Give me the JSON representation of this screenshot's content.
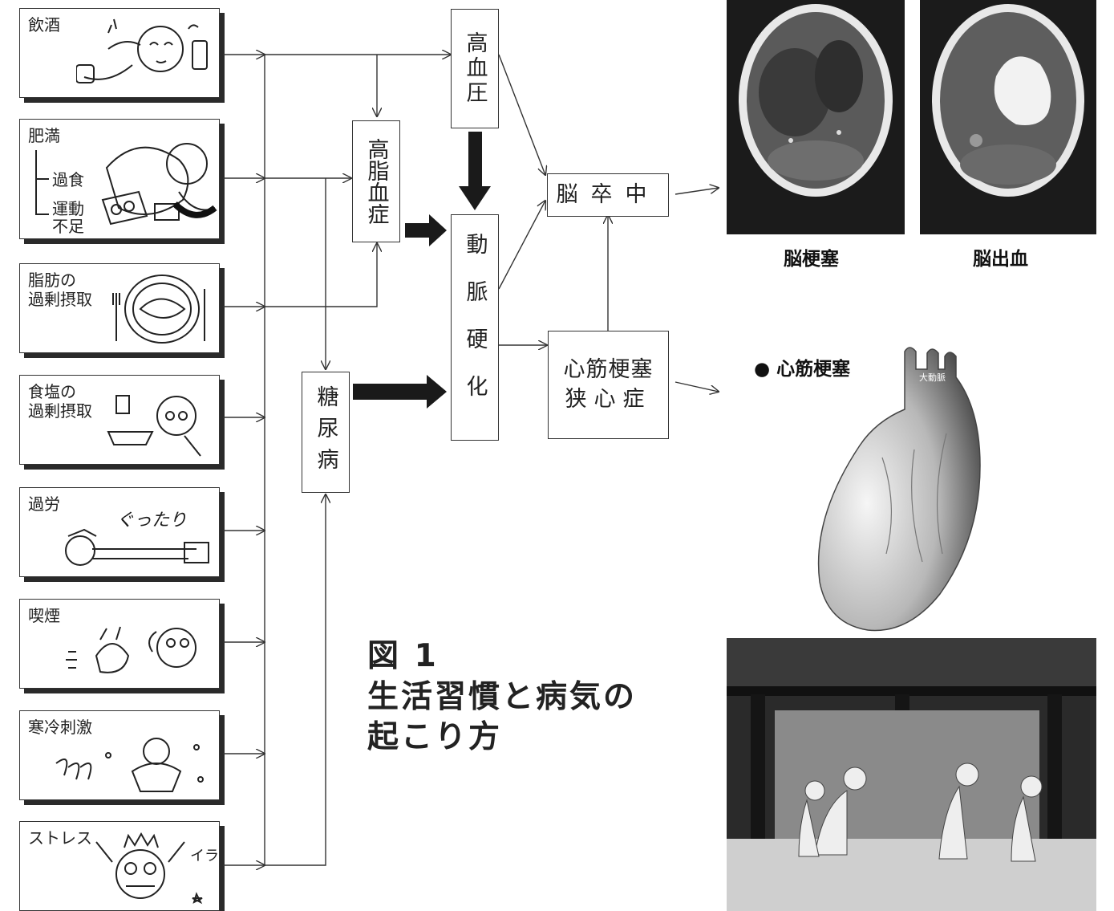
{
  "causes": [
    {
      "label": "飲酒"
    },
    {
      "label": "肥満",
      "sub": [
        "過食",
        "運動\n不足"
      ]
    },
    {
      "label": "脂肪の\n過剰摂取"
    },
    {
      "label": "食塩の\n過剰摂取"
    },
    {
      "label": "過労",
      "caption": "ぐったり"
    },
    {
      "label": "喫煙"
    },
    {
      "label": "寒冷刺激"
    },
    {
      "label": "ストレス",
      "caption": "イラ"
    }
  ],
  "conditions": {
    "hypertension": "高血圧",
    "hyperlipidemia": "高脂血症",
    "diabetes": "糖尿病",
    "arteriosclerosis": "動脈硬化",
    "stroke": "脳卒中",
    "heart_disease": [
      "心筋梗塞",
      "狭心症"
    ]
  },
  "images": {
    "ct_left_caption": "脳梗塞",
    "ct_right_caption": "脳出血",
    "heart_label": "心筋梗塞",
    "heart_tag": "大動脈"
  },
  "figure_title": {
    "line1": "図 1",
    "line2": "生活習慣と病気の",
    "line3": "起こり方"
  }
}
